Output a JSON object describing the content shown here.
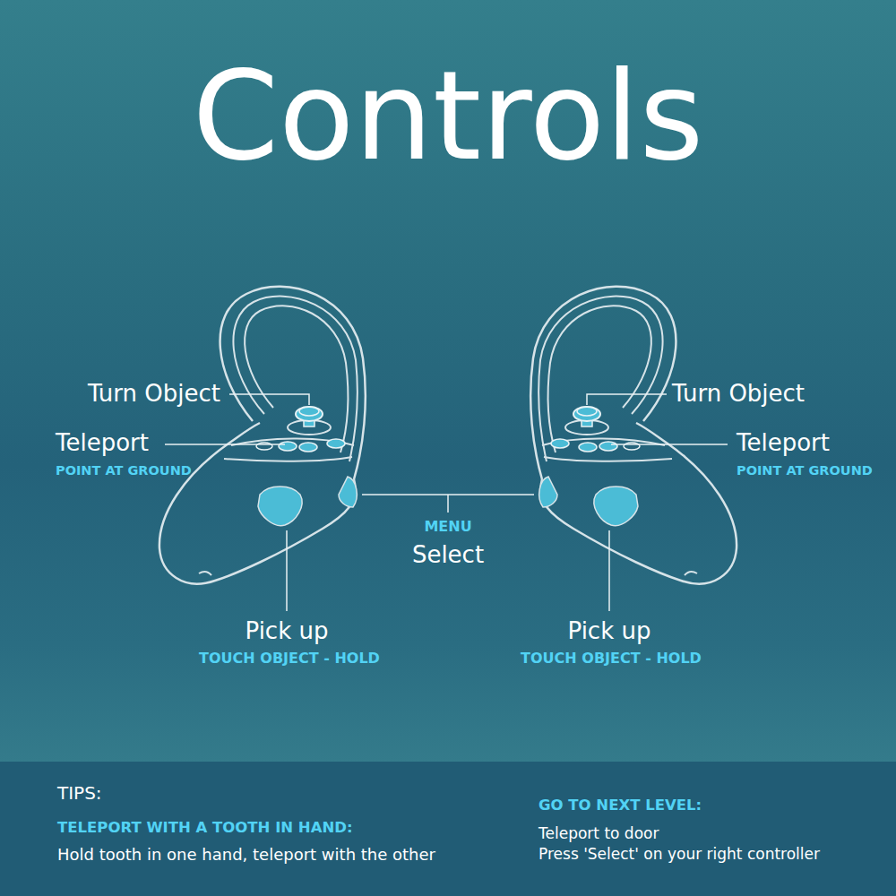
{
  "diagram": {
    "title": "Controls",
    "nodes": [
      {
        "text": [
          "TIPS:",
          "TELEPORT WITH A TOOTH IN HAND:",
          "Hold tooth in one hand, teleport with the other",
          "GO TO NEXT LEVEL:",
          "Teleport to door",
          "Press 'Select' on your right controller"
        ]
      }
    ],
    "labels": [
      "Turn Object",
      "Turn Object",
      "Teleport",
      "POINT AT GROUND",
      "Teleport",
      "POINT AT GROUND",
      "MENU",
      "Select",
      "Pick up",
      "TOUCH OBJECT - HOLD",
      "Pick up",
      "TOUCH OBJECT - HOLD"
    ]
  }
}
